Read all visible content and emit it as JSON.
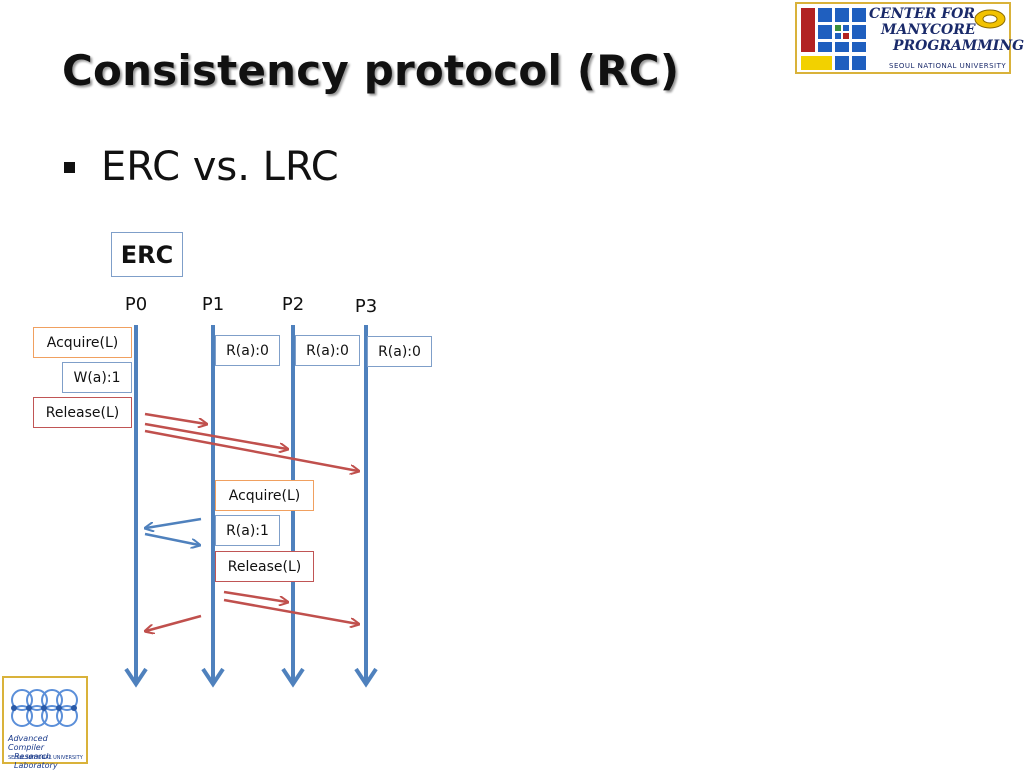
{
  "slide": {
    "title": "Consistency protocol (RC)",
    "bullet": "ERC vs. LRC",
    "section_label": "ERC"
  },
  "processes": [
    "P0",
    "P1",
    "P2",
    "P3"
  ],
  "operations": {
    "p0_acquire": "Acquire(L)",
    "p0_write": "W(a):1",
    "p0_release": "Release(L)",
    "p1_read_init": "R(a):0",
    "p2_read_init": "R(a):0",
    "p3_read_init": "R(a):0",
    "p1_acquire": "Acquire(L)",
    "p1_read": "R(a):1",
    "p1_release": "Release(L)"
  },
  "colors": {
    "timeline": "#4f81bd",
    "release_arrow": "#c0504d",
    "data_arrow": "#4f81bd",
    "acquire_border": "#f0a060",
    "read_border": "#7f9fc9",
    "release_border": "#c05555"
  },
  "logos": {
    "center_line1": "CENTER FOR",
    "center_line2": "MANYCORE",
    "center_line3": "PROGRAMMING",
    "center_university": "SEOUL NATIONAL UNIVERSITY",
    "lab_line1": "Advanced Compiler",
    "lab_line2": "Research Laboratory",
    "lab_university": "SEOUL NATIONAL UNIVERSITY"
  }
}
